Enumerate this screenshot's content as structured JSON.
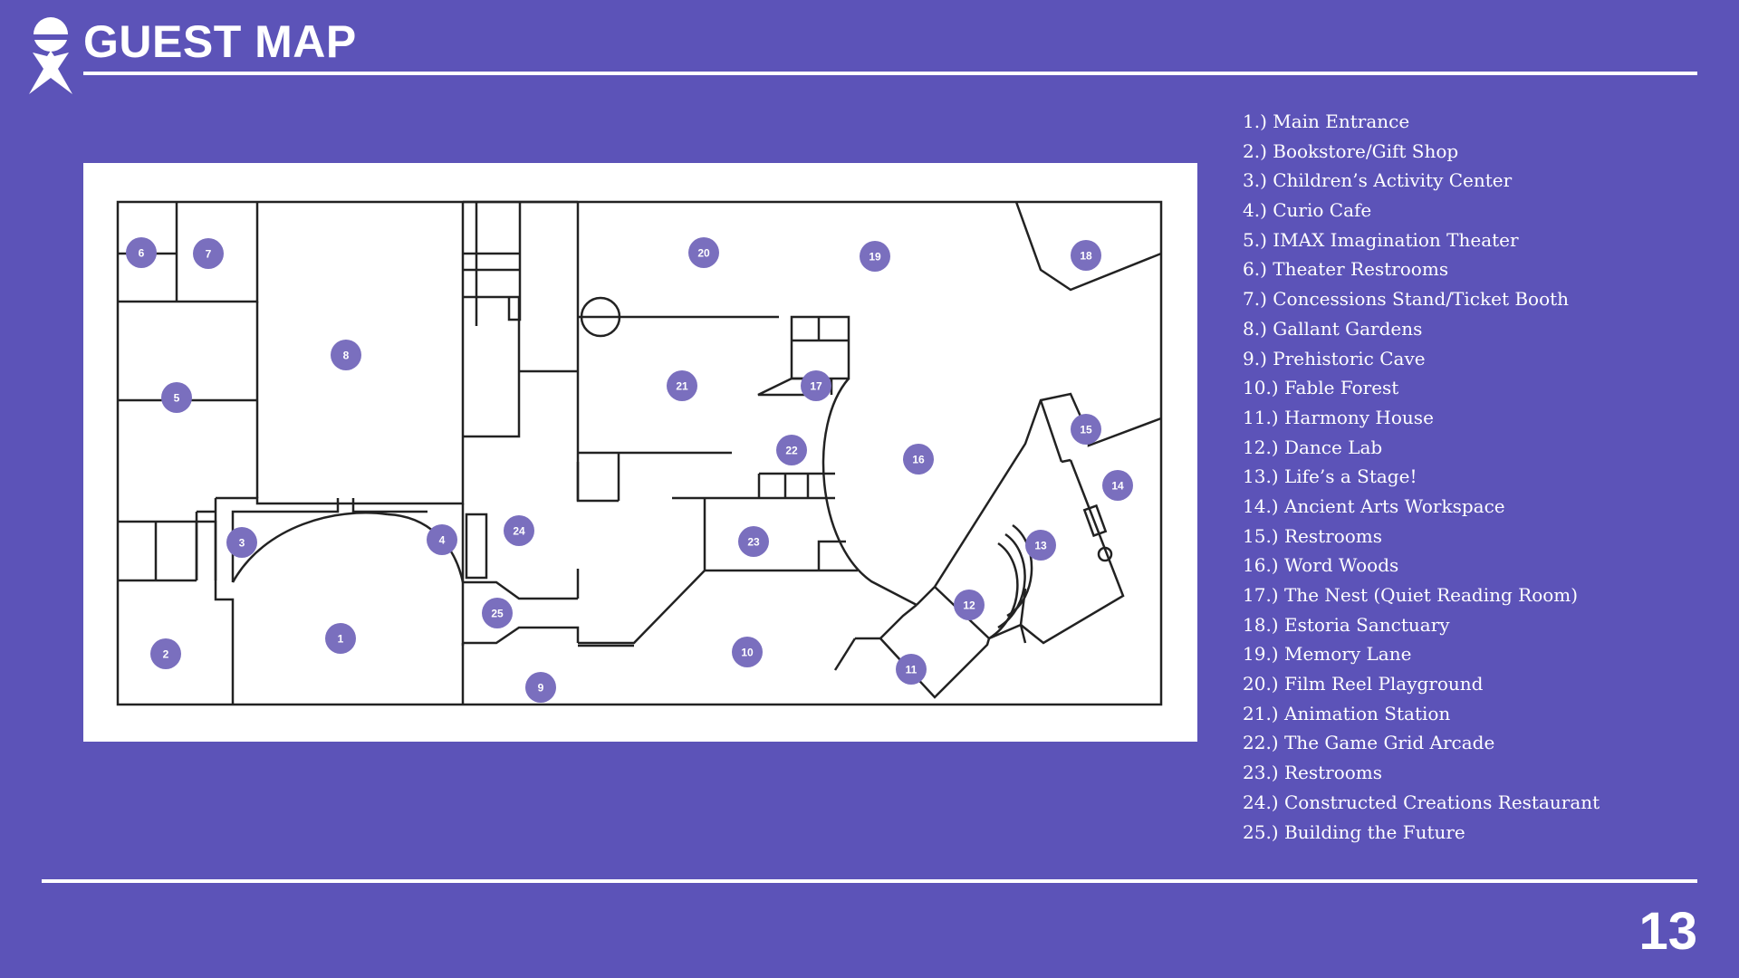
{
  "page": {
    "title": "GUEST MAP",
    "page_number": "13"
  },
  "colors": {
    "background": "#5c53b8",
    "marker": "#7a6fbe",
    "map_background": "#ffffff",
    "wall": "#222222",
    "text": "#ffffff"
  },
  "logo": {
    "icon": "figure-icon"
  },
  "legend": [
    "1.) Main Entrance",
    "2.) Bookstore/Gift Shop",
    "3.) Children’s Activity Center",
    "4.) Curio Cafe",
    "5.) IMAX Imagination Theater",
    "6.) Theater Restrooms",
    "7.) Concessions Stand/Ticket Booth",
    "8.) Gallant Gardens",
    "9.) Prehistoric Cave",
    "10.) Fable Forest",
    "11.) Harmony House",
    "12.) Dance Lab",
    "13.) Life’s a Stage!",
    "14.) Ancient Arts Workspace",
    "15.) Restrooms",
    "16.) Word Woods",
    "17.) The Nest (Quiet Reading Room)",
    "18.) Estoria Sanctuary",
    "19.) Memory Lane",
    "20.) Film Reel Playground",
    "21.) Animation Station",
    "22.) The Game Grid Arcade",
    "23.) Restrooms",
    "24.) Constructed Creations Restaurant",
    "25.) Building the Future"
  ],
  "markers": [
    "1",
    "2",
    "3",
    "4",
    "5",
    "6",
    "7",
    "8",
    "9",
    "10",
    "11",
    "12",
    "13",
    "14",
    "15",
    "16",
    "17",
    "18",
    "19",
    "20",
    "21",
    "22",
    "23",
    "24",
    "25"
  ]
}
